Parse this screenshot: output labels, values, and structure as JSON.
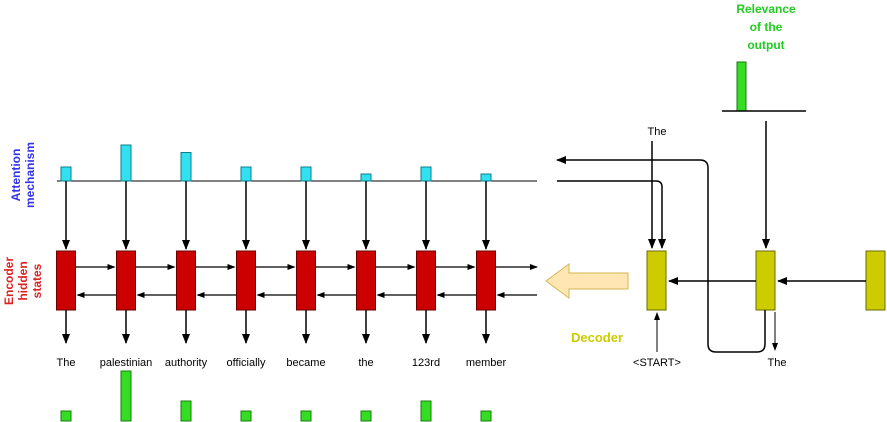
{
  "labels": {
    "attention": [
      "Attention",
      "mechanism"
    ],
    "encoder": [
      "Encoder",
      "hidden",
      "states"
    ],
    "decoder": "Decoder",
    "relevance": [
      "Relevance",
      "of the",
      "output"
    ]
  },
  "encoder_words": [
    {
      "word": "The",
      "attention": 0.28,
      "relevance": 0.2
    },
    {
      "word": "palestinian",
      "attention": 0.72,
      "relevance": 1.0
    },
    {
      "word": "authority",
      "attention": 0.57,
      "relevance": 0.4
    },
    {
      "word": "officially",
      "attention": 0.28,
      "relevance": 0.2
    },
    {
      "word": "became",
      "attention": 0.28,
      "relevance": 0.2
    },
    {
      "word": "the",
      "attention": 0.14,
      "relevance": 0.2
    },
    {
      "word": "123rd",
      "attention": 0.28,
      "relevance": 0.4
    },
    {
      "word": "member",
      "attention": 0.14,
      "relevance": 0.2
    }
  ],
  "decoder": {
    "top_word": "The",
    "start_token": "<START>",
    "output_word": "The",
    "relevance_level": 1.0
  },
  "colors": {
    "attention_bar": "#33e0f0",
    "encoder_box": "#cc0000",
    "relevance_bar": "#33dd22",
    "decoder_box": "#cccc00",
    "attention_label": "#3333ee",
    "encoder_label": "#dd2222",
    "decoder_label": "#cccc00",
    "relevance_label": "#22cc22",
    "hollow_arrow": "#ffe6b3"
  }
}
